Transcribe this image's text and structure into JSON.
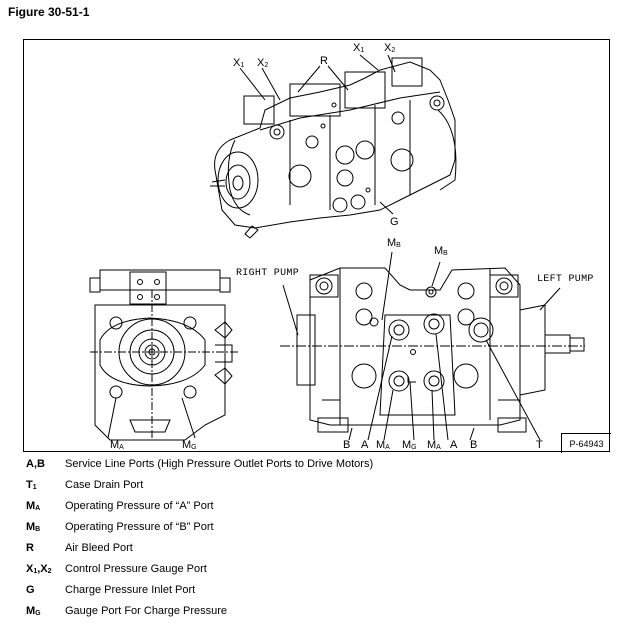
{
  "figure": {
    "title": "Figure 30-51-1",
    "part_number": "P-64943"
  },
  "callouts": {
    "iso_x1_left": {
      "base": "X",
      "sub": "1"
    },
    "iso_x2_left": {
      "base": "X",
      "sub": "2"
    },
    "iso_r": {
      "base": "R",
      "sub": ""
    },
    "iso_x1_right": {
      "base": "X",
      "sub": "1"
    },
    "iso_x2_right": {
      "base": "X",
      "sub": "2"
    },
    "iso_g": {
      "base": "G",
      "sub": ""
    },
    "side_mb_1": {
      "base": "M",
      "sub": "B"
    },
    "side_mb_2": {
      "base": "M",
      "sub": "B"
    },
    "right_pump": "RIGHT PUMP",
    "left_pump": "LEFT PUMP",
    "end_ma": {
      "base": "M",
      "sub": "A"
    },
    "end_mg": {
      "base": "M",
      "sub": "G"
    },
    "bottom_b1": {
      "base": "B",
      "sub": ""
    },
    "bottom_a1": {
      "base": "A",
      "sub": ""
    },
    "bottom_ma1": {
      "base": "M",
      "sub": "A"
    },
    "bottom_mg": {
      "base": "M",
      "sub": "G"
    },
    "bottom_ma2": {
      "base": "M",
      "sub": "A"
    },
    "bottom_a2": {
      "base": "A",
      "sub": ""
    },
    "bottom_b2": {
      "base": "B",
      "sub": ""
    },
    "bottom_t": {
      "base": "T",
      "sub": ""
    }
  },
  "legend": [
    {
      "key": "A,B",
      "key_sub": "",
      "key_suffix": "",
      "description": "Service Line Ports (High Pressure Outlet Ports to Drive Motors)"
    },
    {
      "key": "T",
      "key_sub": "1",
      "key_suffix": "",
      "description": "Case Drain Port"
    },
    {
      "key": "M",
      "key_sub": "A",
      "key_suffix": "",
      "description": "Operating Pressure of “A” Port"
    },
    {
      "key": "M",
      "key_sub": "B",
      "key_suffix": "",
      "description": "Operating Pressure of “B” Port"
    },
    {
      "key": "R",
      "key_sub": "",
      "key_suffix": "",
      "description": "Air Bleed Port"
    },
    {
      "key": "X",
      "key_sub": "1",
      "key_suffix": ",X",
      "key_sub2": "2",
      "description": "Control Pressure Gauge Port"
    },
    {
      "key": "G",
      "key_sub": "",
      "key_suffix": "",
      "description": "Charge Pressure Inlet Port"
    },
    {
      "key": "M",
      "key_sub": "G",
      "key_suffix": "",
      "description": "Gauge Port For Charge Pressure"
    }
  ]
}
